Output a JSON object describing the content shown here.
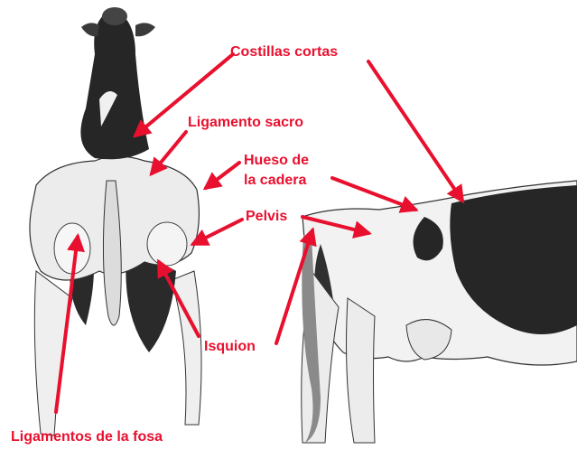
{
  "colors": {
    "label": "#e8102e",
    "arrow": "#e8102e",
    "ink": "#1c1c1c",
    "hide": "#e6e6e6"
  },
  "labels": {
    "costillas_cortas": "Costillas cortas",
    "ligamento_sacro": "Ligamento sacro",
    "hueso_line1": "Hueso de",
    "hueso_line2": "la cadera",
    "pelvis": "Pelvis",
    "isquion": "Isquion",
    "ligamentos_fosa": "Ligamentos de la fosa"
  }
}
